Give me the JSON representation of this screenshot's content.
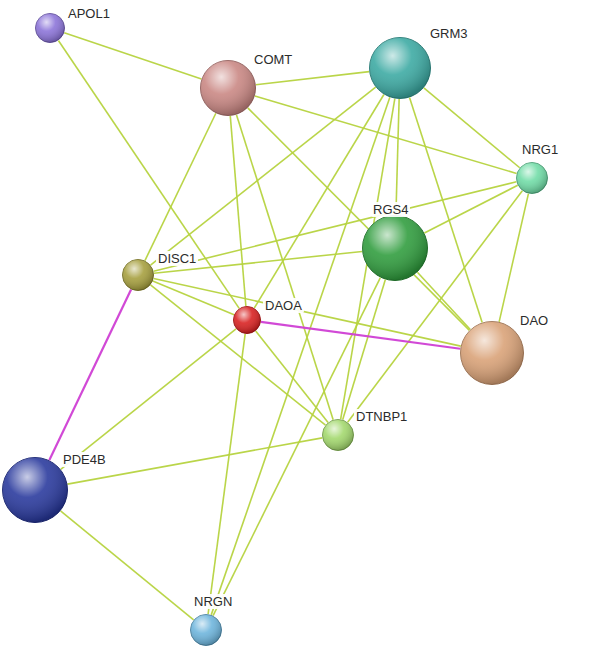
{
  "diagram": {
    "nodes": [
      {
        "text": [
          "APOL1"
        ]
      },
      {
        "text": [
          "COMT"
        ]
      },
      {
        "text": [
          "GRM3"
        ]
      },
      {
        "text": [
          "NRG1"
        ]
      },
      {
        "text": [
          "RGS4"
        ]
      },
      {
        "text": [
          "DISC1"
        ]
      },
      {
        "text": [
          "DAOA"
        ]
      },
      {
        "text": [
          "DAO"
        ]
      },
      {
        "text": [
          "DTNBP1"
        ]
      },
      {
        "text": [
          "PDE4B"
        ]
      },
      {
        "text": [
          "NRGN"
        ]
      }
    ],
    "edges": [
      {
        "from": 0,
        "to": 1,
        "arrow": "none"
      },
      {
        "from": 0,
        "to": 6,
        "arrow": "none"
      },
      {
        "from": 1,
        "to": 2,
        "arrow": "none"
      },
      {
        "from": 1,
        "to": 3,
        "arrow": "none"
      },
      {
        "from": 1,
        "to": 5,
        "arrow": "none"
      },
      {
        "from": 1,
        "to": 6,
        "arrow": "none"
      },
      {
        "from": 1,
        "to": 8,
        "arrow": "none"
      },
      {
        "from": 1,
        "to": 7,
        "arrow": "none"
      },
      {
        "from": 2,
        "to": 3,
        "arrow": "none"
      },
      {
        "from": 2,
        "to": 4,
        "arrow": "none"
      },
      {
        "from": 2,
        "to": 7,
        "arrow": "none"
      },
      {
        "from": 2,
        "to": 5,
        "arrow": "none"
      },
      {
        "from": 2,
        "to": 8,
        "arrow": "none"
      },
      {
        "from": 2,
        "to": 6,
        "arrow": "none"
      },
      {
        "from": 2,
        "to": 10,
        "arrow": "none"
      },
      {
        "from": 3,
        "to": 5,
        "arrow": "none"
      },
      {
        "from": 3,
        "to": 7,
        "arrow": "none"
      },
      {
        "from": 3,
        "to": 8,
        "arrow": "none"
      },
      {
        "from": 3,
        "to": 4,
        "arrow": "none"
      },
      {
        "from": 4,
        "to": 5,
        "arrow": "none"
      },
      {
        "from": 4,
        "to": 7,
        "arrow": "none"
      },
      {
        "from": 4,
        "to": 8,
        "arrow": "none"
      },
      {
        "from": 4,
        "to": 10,
        "arrow": "none"
      },
      {
        "from": 5,
        "to": 6,
        "arrow": "none"
      },
      {
        "from": 5,
        "to": 7,
        "arrow": "none"
      },
      {
        "from": 5,
        "to": 8,
        "arrow": "none"
      },
      {
        "from": 5,
        "to": 9,
        "arrow": "none"
      },
      {
        "from": 6,
        "to": 7,
        "arrow": "none"
      },
      {
        "from": 6,
        "to": 8,
        "arrow": "none"
      },
      {
        "from": 6,
        "to": 10,
        "arrow": "none"
      },
      {
        "from": 6,
        "to": 9,
        "arrow": "none"
      },
      {
        "from": 8,
        "to": 9,
        "arrow": "none"
      },
      {
        "from": 9,
        "to": 10,
        "arrow": "none"
      }
    ]
  }
}
